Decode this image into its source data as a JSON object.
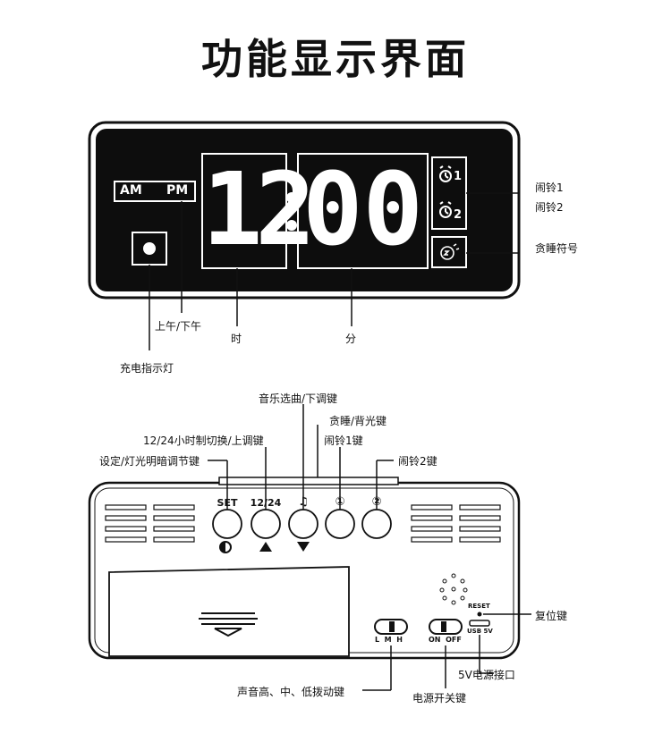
{
  "title": "功能显示界面",
  "display": {
    "am": "AM",
    "pm": "PM",
    "hours": "12",
    "minutes": "00",
    "alarm1_num": "1",
    "alarm2_num": "2"
  },
  "callouts": {
    "alarm1": "闹铃1",
    "alarm2": "闹铃2",
    "snooze_symbol": "贪睡符号",
    "ampm": "上午/下午",
    "hour": "时",
    "minute": "分",
    "charge_indicator": "充电指示灯"
  },
  "buttons": {
    "set": "SET",
    "mode": "12/24",
    "music": "♫",
    "alarm1": "①",
    "alarm2": "②"
  },
  "button_callouts": {
    "set": "设定/灯光明暗调节键",
    "mode": "12/24小时制切换/上调键",
    "music": "音乐选曲/下调键",
    "snooze": "贪睡/背光键",
    "alarm1": "闹铃1键",
    "alarm2": "闹铃2键"
  },
  "rear": {
    "reset": "RESET",
    "usb": "USB 5V",
    "volume_switch": "L  M  H",
    "power_switch": "ON  OFF"
  },
  "rear_callouts": {
    "reset": "复位键",
    "usb": "5V电源接口",
    "volume": "声音高、中、低拨动键",
    "power": "电源开关键"
  }
}
